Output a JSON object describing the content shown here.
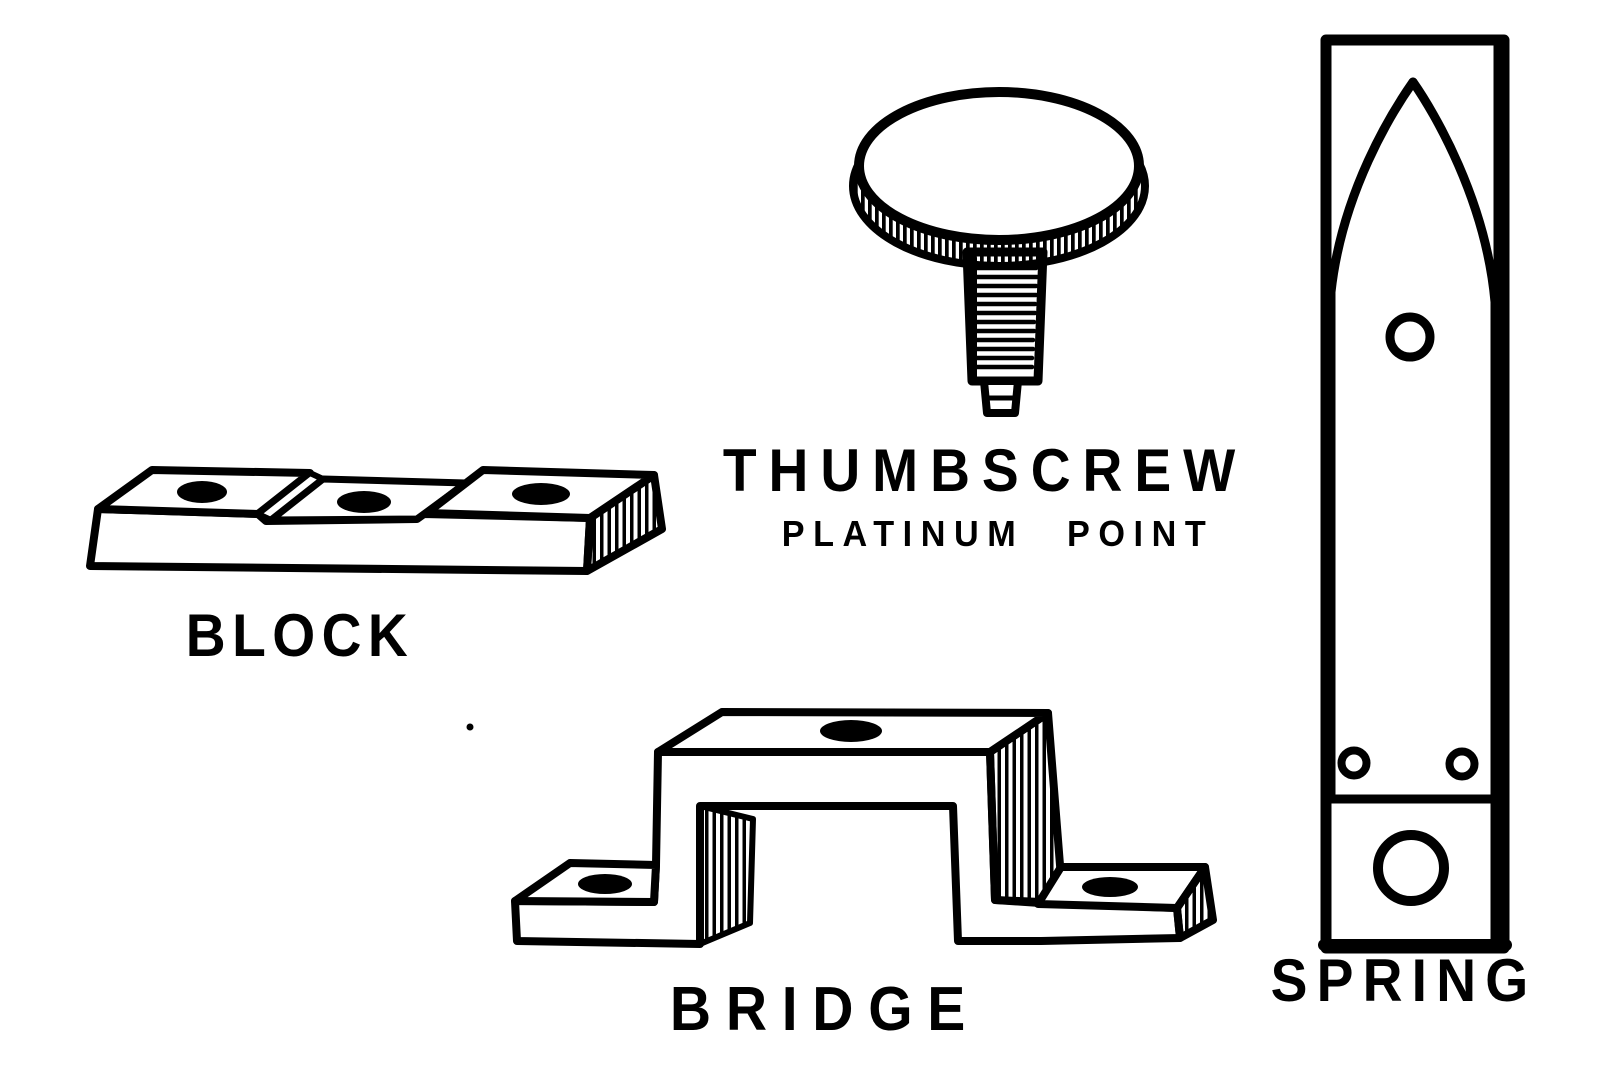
{
  "figure": {
    "background_color": "#ffffff",
    "ink_color": "#000000",
    "labels": {
      "thumbscrew": "THUMBSCREW",
      "thumbscrew_subtitle": "PLATINUM POINT",
      "block": "BLOCK",
      "bridge": "BRIDGE",
      "spring": "SPRING"
    },
    "parts": [
      {
        "name": "block",
        "label": "BLOCK"
      },
      {
        "name": "thumbscrew",
        "label": "THUMBSCREW",
        "note": "PLATINUM POINT"
      },
      {
        "name": "bridge",
        "label": "BRIDGE"
      },
      {
        "name": "spring",
        "label": "SPRING"
      }
    ]
  }
}
